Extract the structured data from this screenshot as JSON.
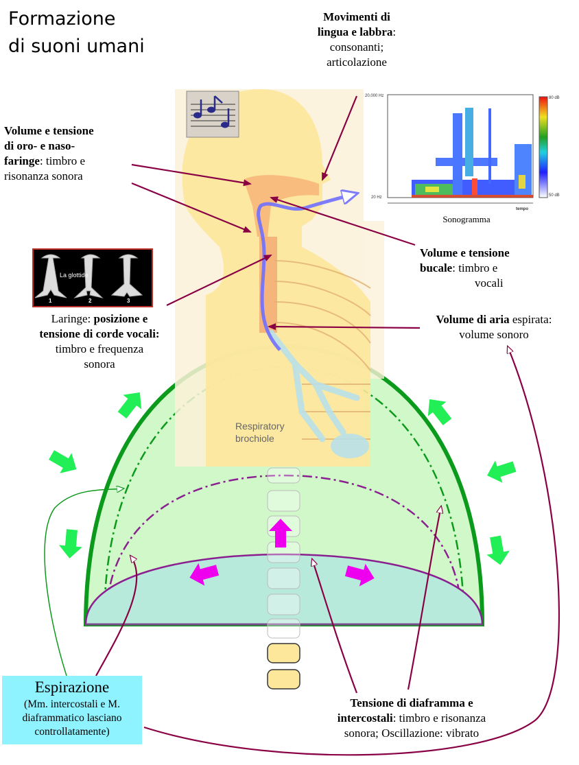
{
  "title": {
    "line1": "Formazione",
    "line2": "di suoni umani"
  },
  "labels": {
    "lingua": {
      "bold1": "Movimenti di",
      "bold2": "lingua e labbra",
      "rest1": ":",
      "line3": "consonanti;",
      "line4": "articolazione"
    },
    "faringe": {
      "bold1": "Volume e tensione",
      "bold2": "di oro- e naso-",
      "bold3": "faringe",
      "rest3": ": timbro e",
      "line4": "risonanza sonora"
    },
    "bucale": {
      "bold1": "Volume e tensione",
      "bold2": "bucale",
      "rest2": ": timbro e",
      "line3": "vocali"
    },
    "laringe": {
      "pre1": "Laringe: ",
      "bold1": "posizione e",
      "bold2": "tensione di corde vocali",
      "rest2": ":",
      "line3": "timbro e frequenza",
      "line4": "sonora"
    },
    "aria": {
      "bold1": "Volume di aria",
      "rest1": " espirata:",
      "line2": "volume sonoro"
    },
    "diaframma": {
      "bold1": "Tensione di diaframma e",
      "bold2": "intercostali",
      "rest2": ": timbro e risonanza",
      "line3": "sonora; Oscillazione: vibrato"
    }
  },
  "espirazione": {
    "heading": "Espirazione",
    "line1": "(Mm. intercostali  e M.",
    "line2": "diaframmatico lasciano",
    "line3": "controllatamente)"
  },
  "glottis_image": {
    "caption": "La glottide",
    "numbers": [
      "1",
      "2",
      "3"
    ]
  },
  "sonogram": {
    "caption": "Sonogramma",
    "y_top": "20.000 Hz",
    "y_bottom": "20 Hz",
    "x_label": "tempo",
    "scale_top": "80 dB",
    "scale_bottom": "50 dB"
  },
  "lung_image": {
    "label_line1": "Respiratory",
    "label_line2": "brochiole"
  },
  "colors": {
    "arrow_line": "#8a0045",
    "dome": "#0c9a1c",
    "dome_fill": "#c8f7c0",
    "diaphragm": "#8a2090",
    "espirazione_bg": "#8ff2ff",
    "airflow": "#7070ff",
    "green_arrow": "#22ee55",
    "magenta_arrow": "#ee00ee"
  }
}
